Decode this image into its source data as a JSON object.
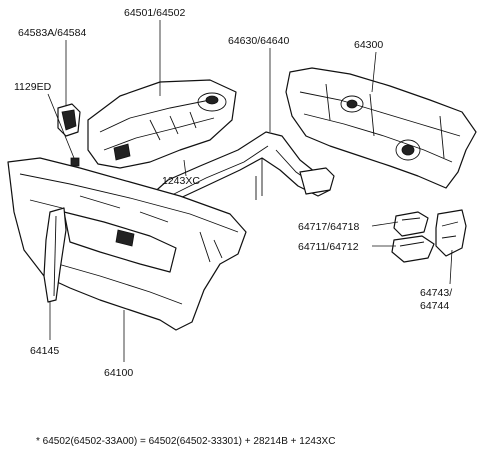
{
  "labels": {
    "p64583A": "64583A/64584",
    "p64501": "64501/64502",
    "p64630": "64630/64640",
    "p64300": "64300",
    "p1129ED": "1129ED",
    "p1243XC": "1243XC",
    "p64717": "64717/64718",
    "p64711": "64711/64712",
    "p64743a": "64743/",
    "p64743b": "64744",
    "p64145": "64145",
    "p64100": "64100"
  },
  "footnote": "* 64502(64502-33A00) = 64502(64502-33301) + 28214B + 1243XC"
}
